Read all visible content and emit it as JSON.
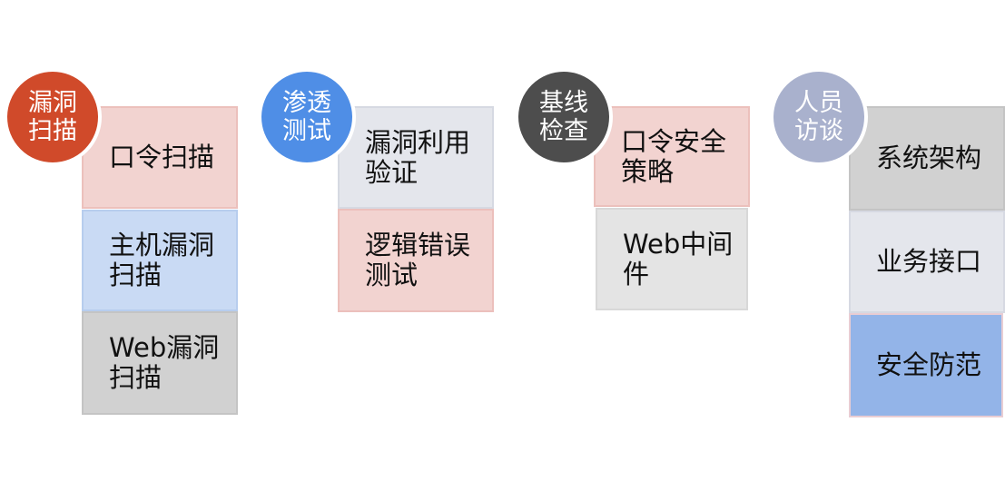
{
  "colors": {
    "circle_1": "#d04a2a",
    "circle_2": "#4f8ee6",
    "circle_3": "#4d4d4d",
    "circle_4": "#a9b1cd"
  },
  "columns": [
    {
      "heading": "漏洞扫描",
      "items": [
        "口令扫描",
        "主机漏洞扫描",
        "Web漏洞扫描"
      ]
    },
    {
      "heading": "渗透测试",
      "items": [
        "漏洞利用验证",
        "逻辑错误测试"
      ]
    },
    {
      "heading": "基线检查",
      "items": [
        "口令安全策略",
        "Web中间件"
      ]
    },
    {
      "heading": "人员访谈",
      "items": [
        "系统架构",
        "业务接口",
        "安全防范"
      ]
    }
  ]
}
